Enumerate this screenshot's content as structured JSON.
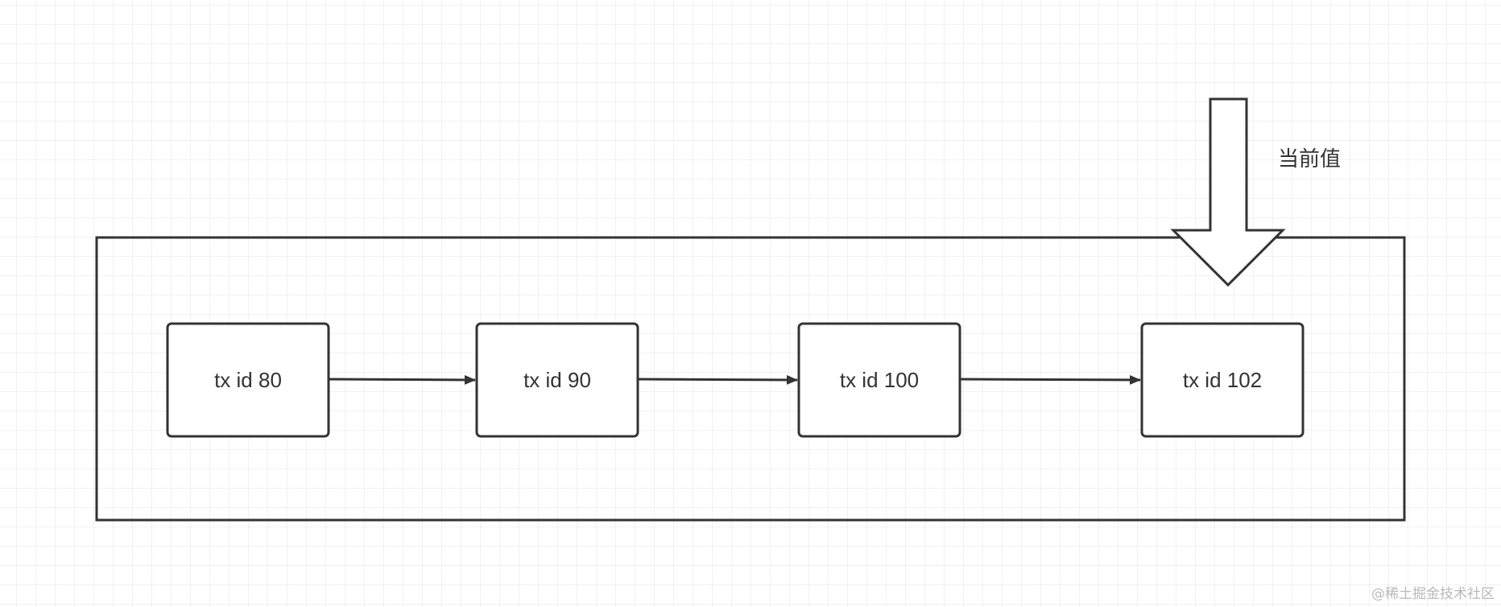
{
  "diagram": {
    "nodes": [
      {
        "id": "n80",
        "label": "tx id 80"
      },
      {
        "id": "n90",
        "label": "tx id 90"
      },
      {
        "id": "n100",
        "label": "tx id 100"
      },
      {
        "id": "n102",
        "label": "tx id 102"
      }
    ],
    "edges": [
      {
        "from": "n80",
        "to": "n90"
      },
      {
        "from": "n90",
        "to": "n100"
      },
      {
        "from": "n100",
        "to": "n102"
      }
    ],
    "pointer": {
      "label": "当前值",
      "target": "n102"
    }
  },
  "watermark": "@稀土掘金技术社区",
  "colors": {
    "stroke": "#333333",
    "text": "#333333",
    "background": "#ffffff",
    "watermark": "#b9b9b9"
  }
}
